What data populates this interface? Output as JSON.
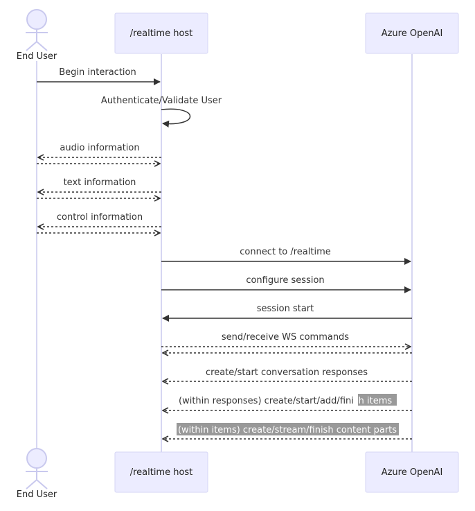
{
  "participants": {
    "end_user": "End User",
    "host": "/realtime host",
    "azure": "Azure OpenAI"
  },
  "messages": {
    "begin": "Begin interaction",
    "auth": "Authenticate/Validate User",
    "audio": "audio information",
    "text": "text information",
    "control": "control information",
    "connect": "connect to /realtime",
    "configure": "configure session",
    "session_start": "session start",
    "send_receive": "send/receive WS commands",
    "create_start": "create/start conversation responses",
    "within_responses_a": "(within responses) create/start/add/fini",
    "within_responses_b": "sh items",
    "within_items": "(within items) create/stream/finish content parts"
  }
}
